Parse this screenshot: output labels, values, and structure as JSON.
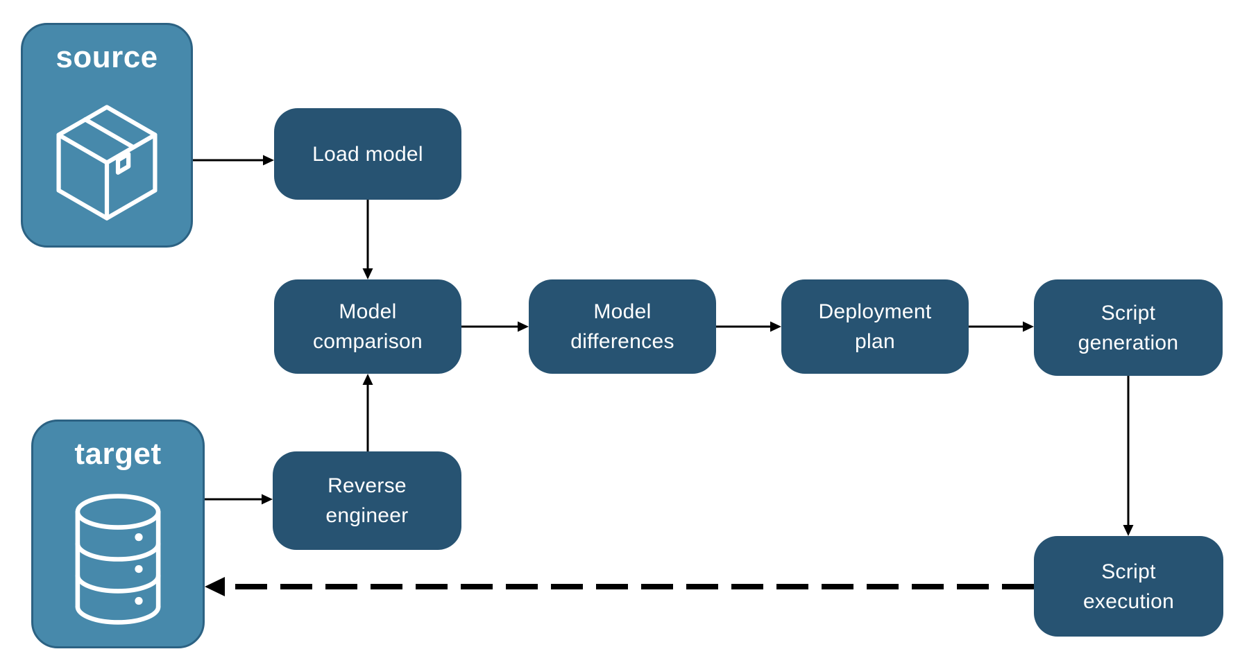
{
  "colors": {
    "node-fill": "#275372",
    "container-fill": "#4789AB",
    "container-border": "#2C6283",
    "text": "#FFFFFF",
    "arrow": "#000000",
    "bg": "#FFFFFF"
  },
  "containers": {
    "source": {
      "label": "source",
      "icon": "package-icon"
    },
    "target": {
      "label": "target",
      "icon": "database-icon"
    }
  },
  "nodes": {
    "load_model": {
      "lines": [
        "Load model"
      ]
    },
    "model_comparison": {
      "lines": [
        "Model",
        "comparison"
      ]
    },
    "model_differences": {
      "lines": [
        "Model",
        "differences"
      ]
    },
    "deployment_plan": {
      "lines": [
        "Deployment",
        "plan"
      ]
    },
    "script_generation": {
      "lines": [
        "Script",
        "generation"
      ]
    },
    "reverse_engineer": {
      "lines": [
        "Reverse",
        "engineer"
      ]
    },
    "script_execution": {
      "lines": [
        "Script",
        "execution"
      ]
    }
  },
  "edges": [
    {
      "from": "source",
      "to": "load_model",
      "style": "solid"
    },
    {
      "from": "load_model",
      "to": "model_comparison",
      "style": "solid"
    },
    {
      "from": "model_comparison",
      "to": "model_differences",
      "style": "solid"
    },
    {
      "from": "model_differences",
      "to": "deployment_plan",
      "style": "solid"
    },
    {
      "from": "deployment_plan",
      "to": "script_generation",
      "style": "solid"
    },
    {
      "from": "script_generation",
      "to": "script_execution",
      "style": "solid"
    },
    {
      "from": "reverse_engineer",
      "to": "model_comparison",
      "style": "solid"
    },
    {
      "from": "target",
      "to": "reverse_engineer",
      "style": "solid"
    },
    {
      "from": "script_execution",
      "to": "target",
      "style": "dashed"
    }
  ]
}
